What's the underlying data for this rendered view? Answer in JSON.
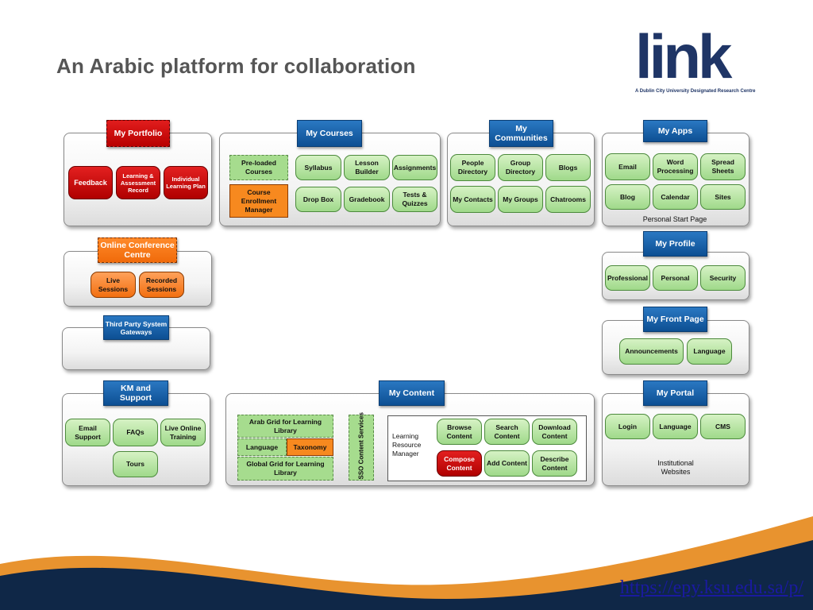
{
  "title": "An Arabic platform for collaboration",
  "logo": {
    "text": "link",
    "subtitle": "A Dublin City University Designated Research Centre"
  },
  "url": "https://epy.ksu.edu.sa/p/",
  "portfolio": {
    "header": "My Portfolio",
    "items": [
      "Feedback",
      "Learning & Assessment Record",
      "Individual Learning Plan"
    ]
  },
  "courses": {
    "header": "My Courses",
    "preloaded": "Pre-loaded Courses",
    "enrollment": "Course Enrollment Manager",
    "items": [
      "Syllabus",
      "Lesson Builder",
      "Assignments",
      "Drop Box",
      "Gradebook",
      "Tests & Quizzes"
    ]
  },
  "communities": {
    "header": "My Communities",
    "items": [
      "People Directory",
      "Group Directory",
      "Blogs",
      "My Contacts",
      "My Groups",
      "Chatrooms"
    ]
  },
  "apps": {
    "header": "My Apps",
    "items": [
      "Email",
      "Word Processing",
      "Spread Sheets",
      "Blog",
      "Calendar",
      "Sites"
    ],
    "footer": "Personal Start Page"
  },
  "conference": {
    "header": "Online Conference Centre",
    "items": [
      "Live Sessions",
      "Recorded Sessions"
    ]
  },
  "gateways": {
    "header": "Third Party System Gateways"
  },
  "profile": {
    "header": "My Profile",
    "items": [
      "Professional",
      "Personal",
      "Security"
    ]
  },
  "frontpage": {
    "header": "My Front Page",
    "items": [
      "Announcements",
      "Language"
    ]
  },
  "km": {
    "header": "KM and Support",
    "items": [
      "Email Support",
      "FAQs",
      "Live Online Training",
      "Tours"
    ]
  },
  "content": {
    "header": "My Content",
    "arab_grid": "Arab Grid for Learning Library",
    "language": "Language",
    "taxonomy": "Taxonomy",
    "global_grid": "Global Grid for Learning Library",
    "sso": "SSO Content Services",
    "lrm_label": "Learning Resource Manager",
    "items": [
      "Browse Content",
      "Search Content",
      "Download Content",
      "Compose Content",
      "Add Content",
      "Describe Content"
    ]
  },
  "portal": {
    "header": "My Portal",
    "items": [
      "Login",
      "Language",
      "CMS"
    ],
    "footer": "Institutional Websites"
  }
}
